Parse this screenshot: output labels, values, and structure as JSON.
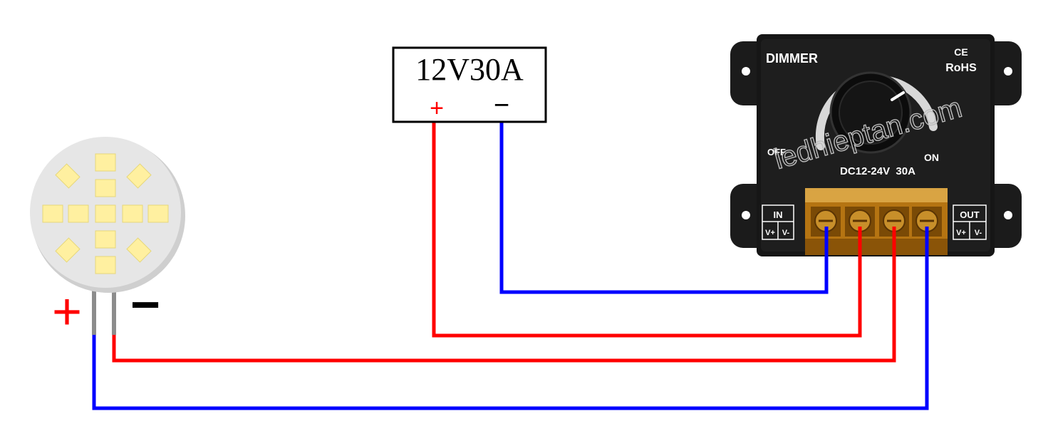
{
  "power_supply": {
    "rating": "12V30A",
    "plus_symbol": "+",
    "minus_symbol": "−"
  },
  "dimmer": {
    "brand_label": "DIMMER",
    "ce_mark": "CE",
    "rohs_mark": "RoHS",
    "off_label": "OFF",
    "on_label": "ON",
    "spec_label": "DC12-24V  30A",
    "in_label": "IN",
    "out_label": "OUT",
    "vplus_label": "V+",
    "vminus_label": "V-",
    "body_color": "#161616",
    "terminal_color": "#c98a1c"
  },
  "led": {
    "plus_symbol": "+",
    "minus_symbol": "−",
    "chip_color": "#fff0a0",
    "board_color": "#e4e4e4"
  },
  "watermark": "ledhieptan.com",
  "wires": {
    "positive_color": "#ff0000",
    "negative_color": "#0000ff"
  }
}
